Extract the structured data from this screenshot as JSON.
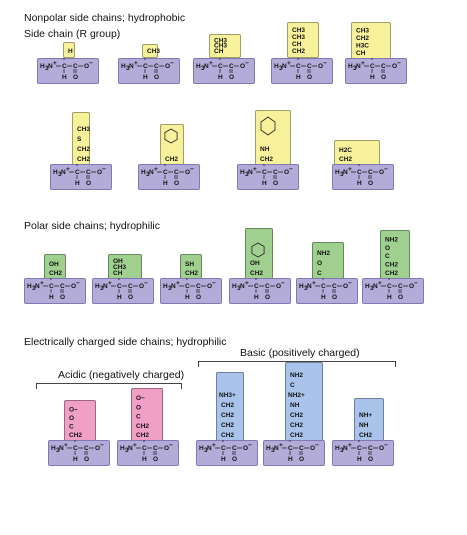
{
  "headings": {
    "nonpolar": "Nonpolar side chains; hydrophobic",
    "side_chain_label": "Side chain (R group)",
    "polar": "Polar side chains; hydrophilic",
    "charged": "Electrically charged side chains; hydrophilic",
    "acidic": "Acidic (negatively charged)",
    "basic": "Basic (positively charged)"
  },
  "colors": {
    "nonpolar": "#f7f19b",
    "polar": "#9fd08f",
    "acidic": "#f0a0c6",
    "basic": "#a9c3ea",
    "backbone": "#b3acd9"
  },
  "backbone": {
    "amino": "H3N+",
    "alpha_c": "C",
    "carboxyl_c": "C",
    "oxide": "O−",
    "h": "H",
    "o": "O"
  },
  "side_chains": {
    "glycine": [
      "H"
    ],
    "alanine": [
      "CH3"
    ],
    "valine": [
      "CH3",
      "CH3",
      "CH"
    ],
    "leucine": [
      "CH3",
      "CH3",
      "CH",
      "CH2"
    ],
    "isoleucine": [
      "CH3",
      "CH2",
      "H3C",
      "CH"
    ],
    "methionine": [
      "CH3",
      "S",
      "CH2",
      "CH2"
    ],
    "phenylalanine": [
      "CH2"
    ],
    "tryptophan": [
      "NH",
      "CH2"
    ],
    "proline": [
      "H2C",
      "CH2"
    ],
    "serine": [
      "OH",
      "CH2"
    ],
    "threonine": [
      "OH",
      "CH3",
      "CH"
    ],
    "cysteine": [
      "SH",
      "CH2"
    ],
    "tyrosine": [
      "OH",
      "CH2"
    ],
    "asparagine": [
      "NH2",
      "O",
      "C"
    ],
    "glutamine": [
      "NH2",
      "O",
      "C",
      "CH2",
      "CH2"
    ],
    "aspartate": [
      "O−",
      "O",
      "C",
      "CH2"
    ],
    "glutamate": [
      "O−",
      "O",
      "C",
      "CH2",
      "CH2"
    ],
    "lysine": [
      "NH3+",
      "CH2",
      "CH2",
      "CH2",
      "CH2"
    ],
    "arginine": [
      "NH2",
      "C",
      "NH2+",
      "NH",
      "CH2",
      "CH2",
      "CH2"
    ],
    "histidine": [
      "NH+",
      "NH",
      "CH2"
    ]
  }
}
